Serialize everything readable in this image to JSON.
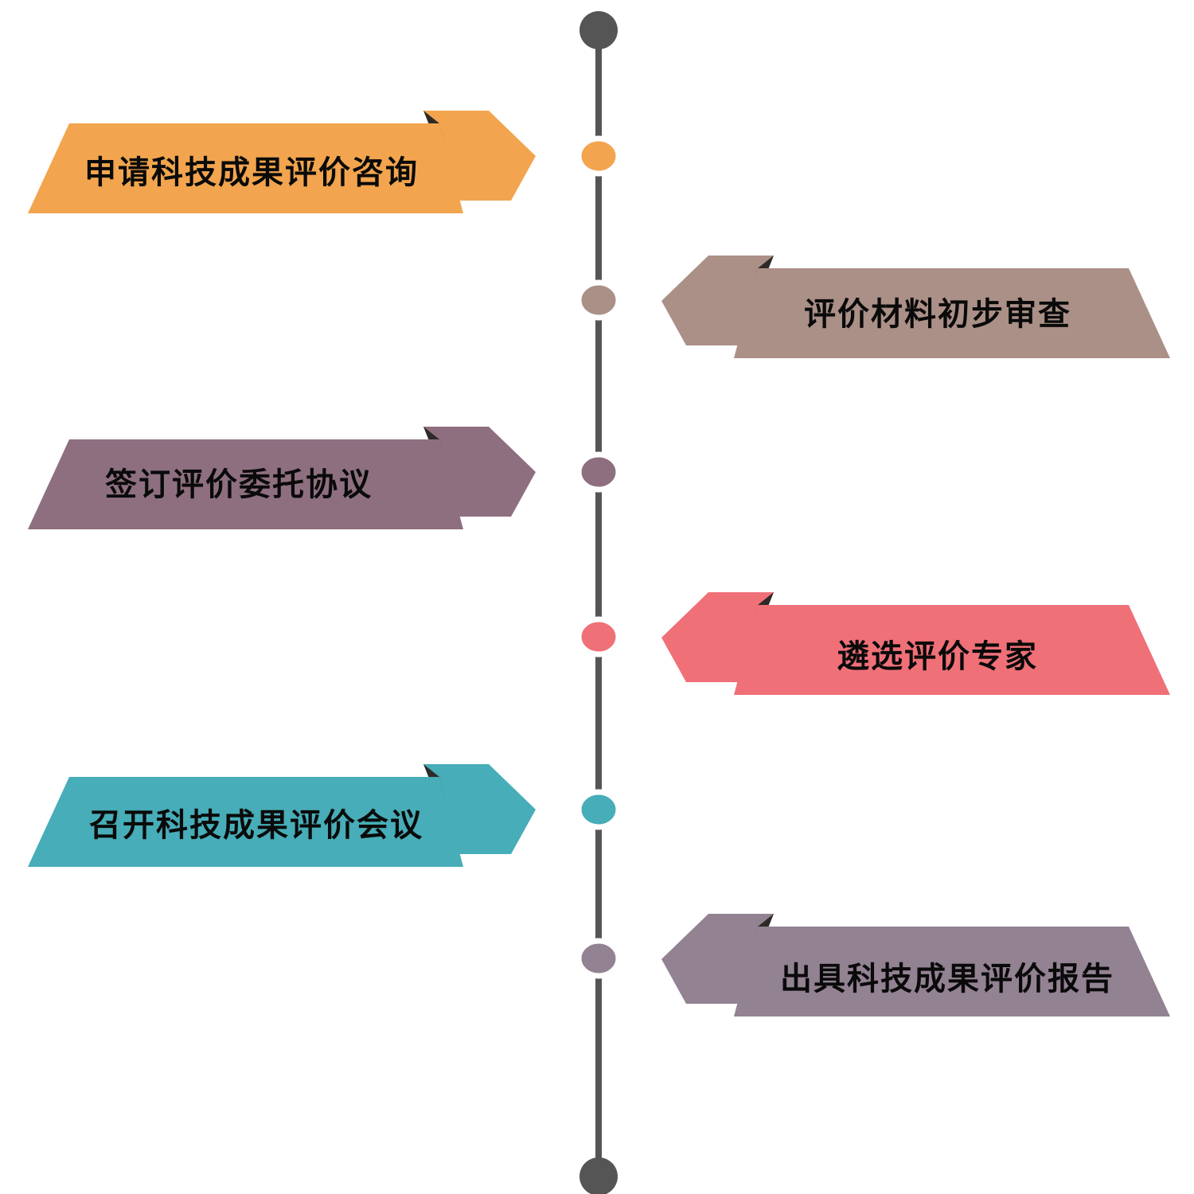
{
  "timeline": {
    "line_color": "#555555",
    "end_cap_color": "#555555"
  },
  "steps": [
    {
      "label": "申请科技成果评价咨询",
      "color": "#F2A54E",
      "side": "left"
    },
    {
      "label": "评价材料初步审查",
      "color": "#AB9088",
      "side": "right"
    },
    {
      "label": "签订评价委托协议",
      "color": "#8E6F80",
      "side": "left"
    },
    {
      "label": "遴选评价专家",
      "color": "#F07078",
      "side": "right"
    },
    {
      "label": "召开科技成果评价会议",
      "color": "#47ADB8",
      "side": "left"
    },
    {
      "label": "出具科技成果评价报告",
      "color": "#928292",
      "side": "right"
    }
  ]
}
